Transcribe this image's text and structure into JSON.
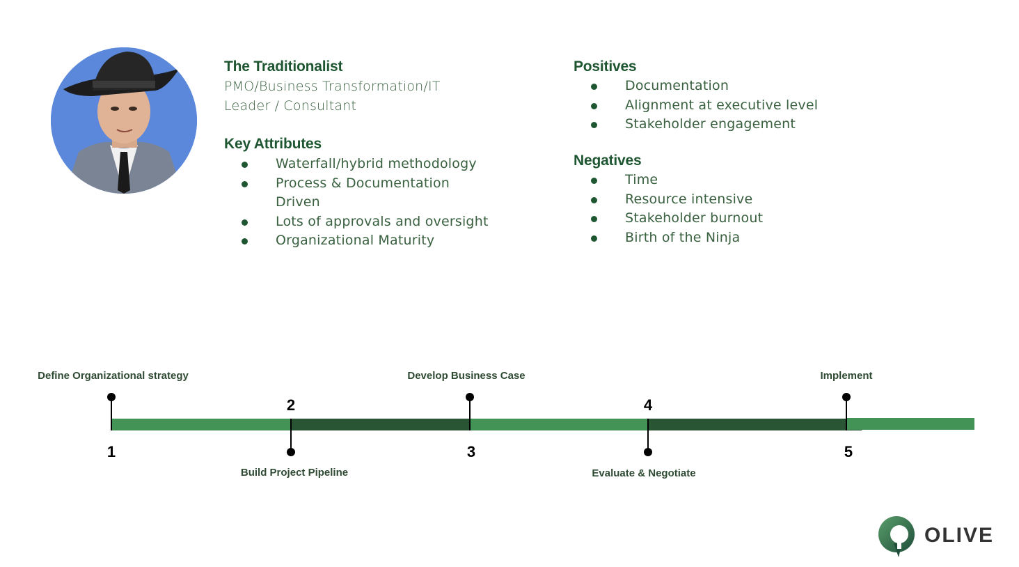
{
  "profile": {
    "title": "The Traditionalist",
    "role_line1": "PMO/Business Transformation/IT",
    "role_line2": "Leader / Consultant",
    "key_attributes_heading": "Key Attributes",
    "key_attributes": [
      "Waterfall/hybrid methodology",
      "Process & Documentation",
      "Driven",
      "Lots of approvals and oversight",
      "Organizational Maturity"
    ]
  },
  "positives": {
    "heading": "Positives",
    "items": [
      "Documentation",
      "Alignment at executive level",
      "Stakeholder engagement"
    ]
  },
  "negatives": {
    "heading": "Negatives",
    "items": [
      "Time",
      "Resource intensive",
      "Stakeholder burnout",
      "Birth of the Ninja"
    ]
  },
  "timeline": {
    "steps": [
      {
        "number": "1",
        "label": "Define Organizational strategy"
      },
      {
        "number": "2",
        "label": "Build Project Pipeline"
      },
      {
        "number": "3",
        "label": "Develop Business Case"
      },
      {
        "number": "4",
        "label": "Evaluate & Negotiate"
      },
      {
        "number": "5",
        "label": "Implement"
      }
    ],
    "colors": {
      "light": "#449356",
      "dark": "#2a5535"
    }
  },
  "logo": {
    "text": "OLIVE",
    "icon": "olive-logo-icon"
  }
}
